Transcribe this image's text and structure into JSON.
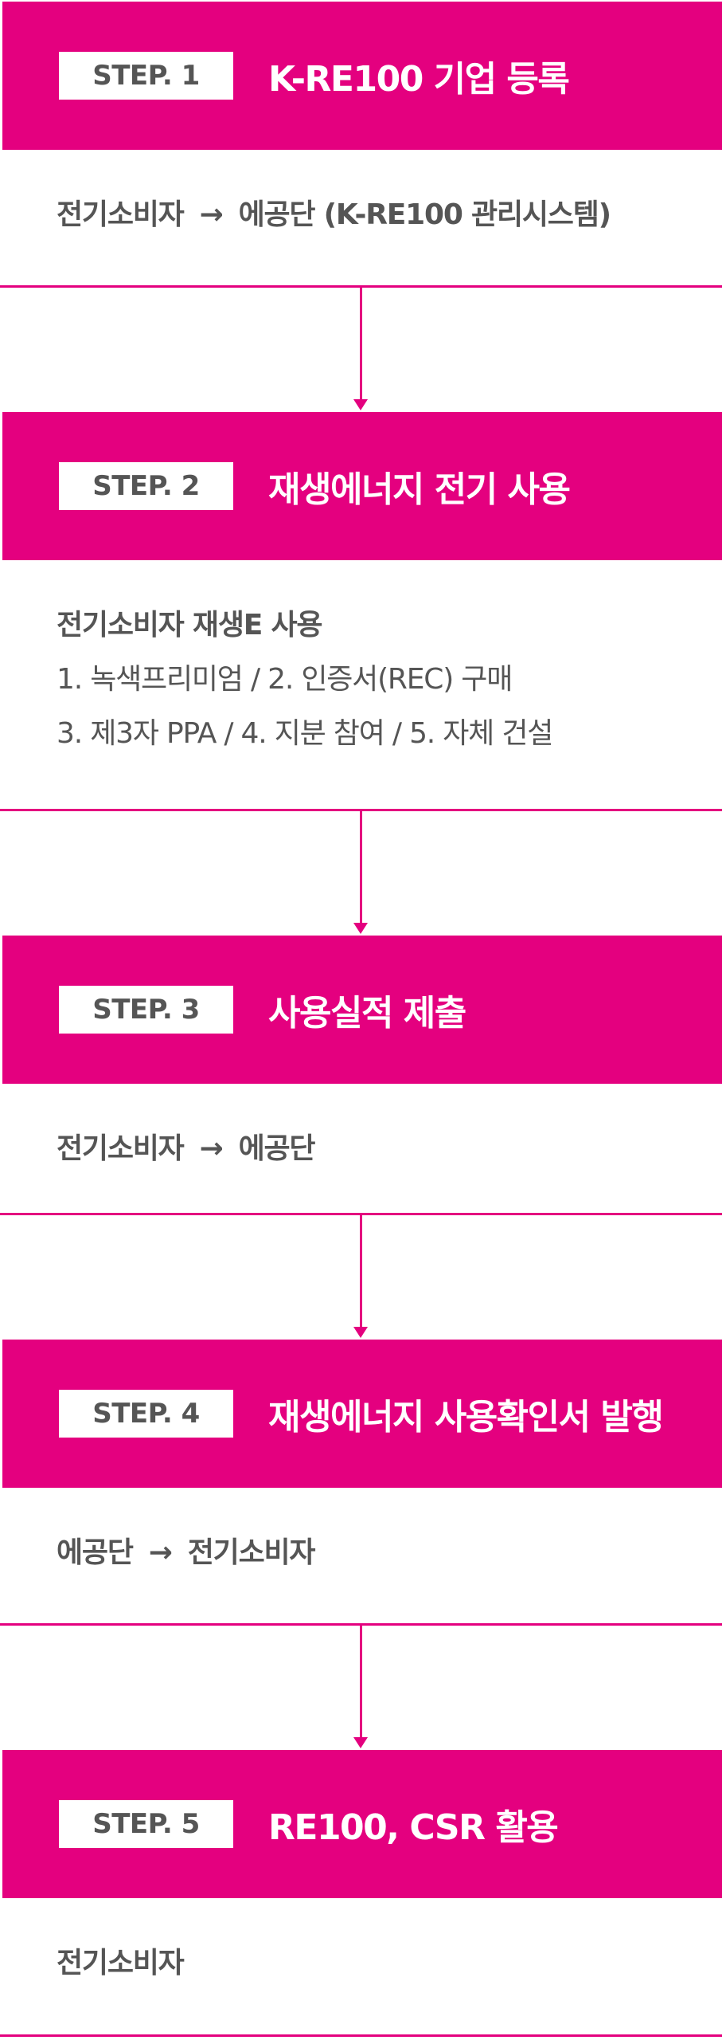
{
  "colors": {
    "accent": "#e4007f",
    "text": "#555555",
    "badge_bg": "#ffffff"
  },
  "steps": [
    {
      "badge": "STEP. 1",
      "title": "K-RE100 기업 등록",
      "from": "전기소비자",
      "arrow": "→",
      "to": "에공단 (K-RE100 관리시스템)"
    },
    {
      "badge": "STEP. 2",
      "title": "재생에너지 전기 사용",
      "lines": [
        "전기소비자 재생E 사용",
        "1. 녹색프리미엄 / 2. 인증서(REC) 구매",
        "3. 제3자 PPA / 4. 지분 참여 / 5. 자체 건설"
      ]
    },
    {
      "badge": "STEP. 3",
      "title": "사용실적 제출",
      "from": "전기소비자",
      "arrow": "→",
      "to": "에공단"
    },
    {
      "badge": "STEP. 4",
      "title": "재생에너지 사용확인서 발행",
      "from": "에공단",
      "arrow": "→",
      "to": "전기소비자"
    },
    {
      "badge": "STEP. 5",
      "title": "RE100, CSR 활용",
      "text": "전기소비자"
    }
  ]
}
